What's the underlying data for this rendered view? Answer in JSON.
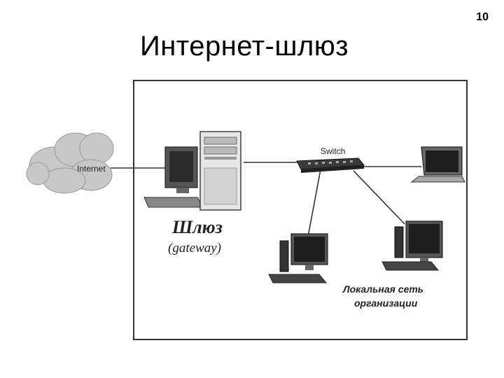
{
  "page": {
    "number": "10",
    "title": "Интернет-шлюз"
  },
  "diagram": {
    "internet_label": "Internet",
    "switch_label": "Switch",
    "gateway_title": "Шлюз",
    "gateway_subtitle": "(gateway)",
    "lan_label_line1": "Локальная сеть",
    "lan_label_line2": "организации"
  },
  "colors": {
    "line": "#333333",
    "cloud": "#c8c8c8",
    "device": "#444444",
    "screen": "#222222"
  }
}
